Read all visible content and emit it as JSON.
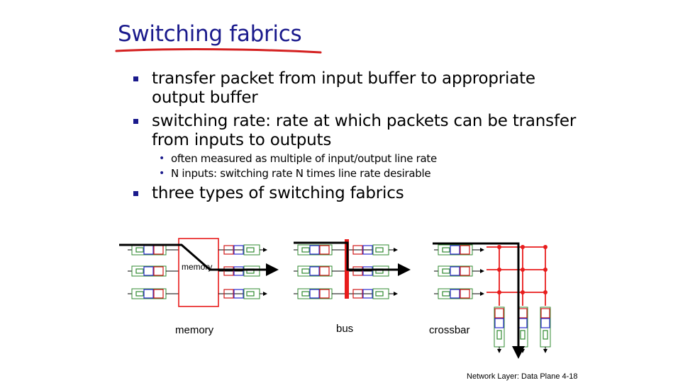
{
  "slide": {
    "title": "Switching fabrics",
    "bullets": [
      {
        "text": "transfer packet from input buffer to appropriate output buffer"
      },
      {
        "text": "switching rate: rate at which packets can be transfer from inputs to outputs",
        "sub": [
          "often measured as multiple of input/output line rate",
          "N inputs: switching rate N times line rate desirable"
        ]
      },
      {
        "text": "three types of switching fabrics"
      }
    ],
    "diagram": {
      "memory_box_label": "memory",
      "labels": [
        "memory",
        "bus",
        "crossbar"
      ]
    },
    "footer": "Network Layer: Data Plane  4-18"
  },
  "colors": {
    "title": "#1a1a8c",
    "bullet": "#1a1a8c",
    "accent_red": "#e81c1c",
    "queue_green": "#2f8a2f",
    "queue_blue": "#2a2ad0",
    "queue_red": "#d01818"
  }
}
